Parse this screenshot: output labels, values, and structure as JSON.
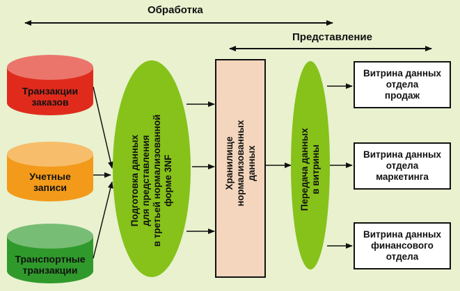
{
  "header": {
    "processing_label": "Обработка",
    "presentation_label": "Представление"
  },
  "sources": [
    {
      "label": "Транзакции\nзаказов",
      "color": "#e02b1c"
    },
    {
      "label": "Учетные\nзаписи",
      "color": "#f39a1a"
    },
    {
      "label": "Транспортные\nтранзакции",
      "color": "#2f9a2b"
    }
  ],
  "preparation": {
    "label": "Подготовка данных\nдля представления\nв третьей нормализованной\nформе 3NF",
    "color": "#86c21a"
  },
  "storage": {
    "label": "Хранилище\nнормализованных\nданных",
    "color": "#f3d6bd"
  },
  "transfer": {
    "label": "Передача данных\nв витрины",
    "color": "#86c21a"
  },
  "marts": [
    {
      "label": "Витрина данных\nотдела\nпродаж"
    },
    {
      "label": "Витрина данных\nотдела\nмаркетинга"
    },
    {
      "label": "Витрина данных\nфинансового\nотдела"
    }
  ]
}
